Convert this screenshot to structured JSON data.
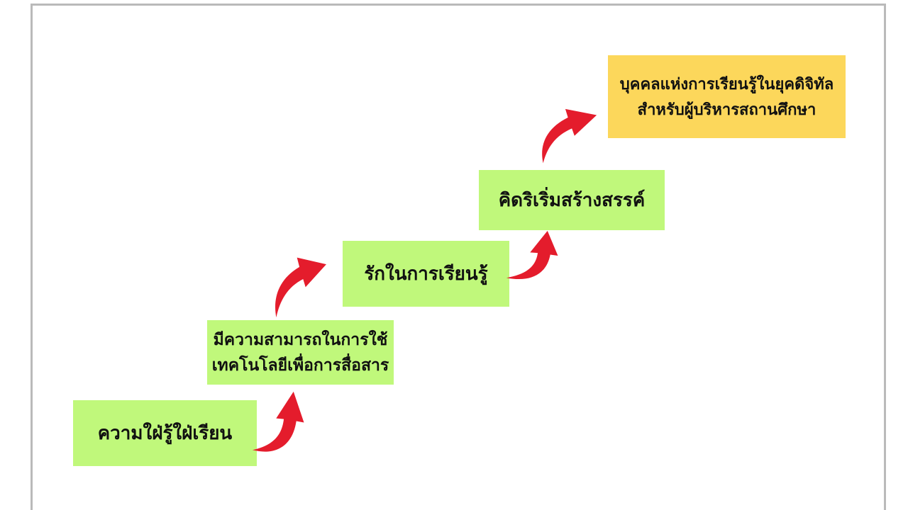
{
  "slide": {
    "background": "#ffffff",
    "frame_color": "#bababa"
  },
  "colors": {
    "step_fill": "#c0f87b",
    "goal_fill": "#fcd75b",
    "arrow_red": "#e41c2c",
    "text": "#111111"
  },
  "diagram": {
    "type": "staircase-process",
    "steps": [
      {
        "lines": {
          "0": "ความใฝ่รู้ใฝ่เรียน"
        }
      },
      {
        "lines": {
          "0": "มีความสามารถในการใช้",
          "1": "เทคโนโลยีเพื่อการสื่อสาร"
        }
      },
      {
        "lines": {
          "0": "รักในการเรียนรู้"
        }
      },
      {
        "lines": {
          "0": "คิดริเริ่มสร้างสรรค์"
        }
      }
    ],
    "goal": {
      "lines": {
        "0": "บุคคลแห่งการเรียนรู้ในยุคดิจิทัล",
        "1": "สำหรับผู้บริหารสถานศึกษา"
      }
    },
    "arrows": [
      {
        "name": "arrow-step1-to-step2",
        "direction": "up"
      },
      {
        "name": "arrow-step2-to-step3",
        "direction": "right"
      },
      {
        "name": "arrow-step3-to-step4",
        "direction": "up"
      },
      {
        "name": "arrow-step4-to-goal",
        "direction": "right"
      }
    ]
  }
}
